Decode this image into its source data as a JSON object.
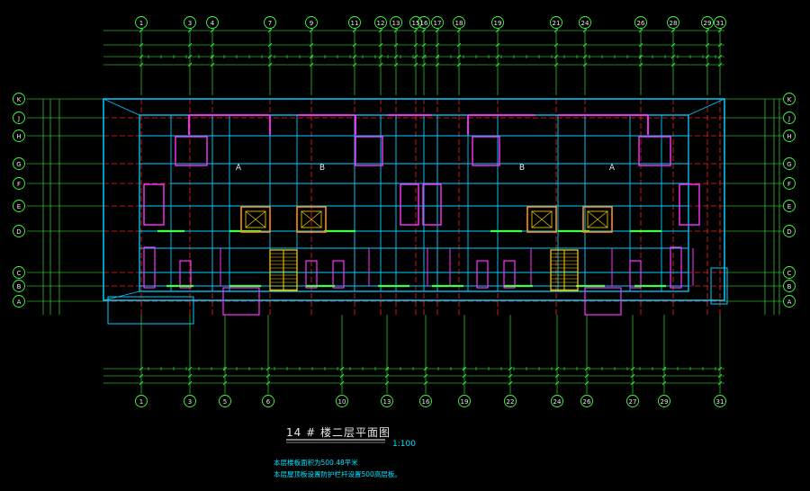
{
  "drawing": {
    "title": "14 # 楼二层平面图",
    "scale": "1:100",
    "notes": [
      "本层楼板面积为500.48平米",
      "本层屋顶板设置防护栏杆设置500高层板。"
    ]
  },
  "grid_labels": {
    "top": [
      "1",
      "3",
      "4",
      "7",
      "9",
      "11",
      "12",
      "13",
      "15",
      "16",
      "17",
      "18",
      "19",
      "21",
      "24",
      "26",
      "28",
      "29",
      "31"
    ],
    "bottom": [
      "1",
      "3",
      "5",
      "6",
      "10",
      "13",
      "16",
      "19",
      "22",
      "24",
      "26",
      "27",
      "29",
      "31"
    ],
    "left": [
      "K",
      "J",
      "H",
      "G",
      "F",
      "E",
      "D",
      "C",
      "B",
      "A"
    ],
    "right": [
      "K",
      "J",
      "H",
      "G",
      "F",
      "E",
      "D",
      "C",
      "B",
      "A"
    ]
  },
  "unit_labels": [
    "A",
    "B",
    "B",
    "A"
  ],
  "colors": {
    "background": "#000000",
    "grid_line": "#ff2020",
    "wall": "#00cfff",
    "accent_wall": "#ff33ff",
    "dimension": "#40ff40",
    "text": "#e8e8e8",
    "stair": "#ffd400",
    "lift": "#ff8c1a"
  }
}
